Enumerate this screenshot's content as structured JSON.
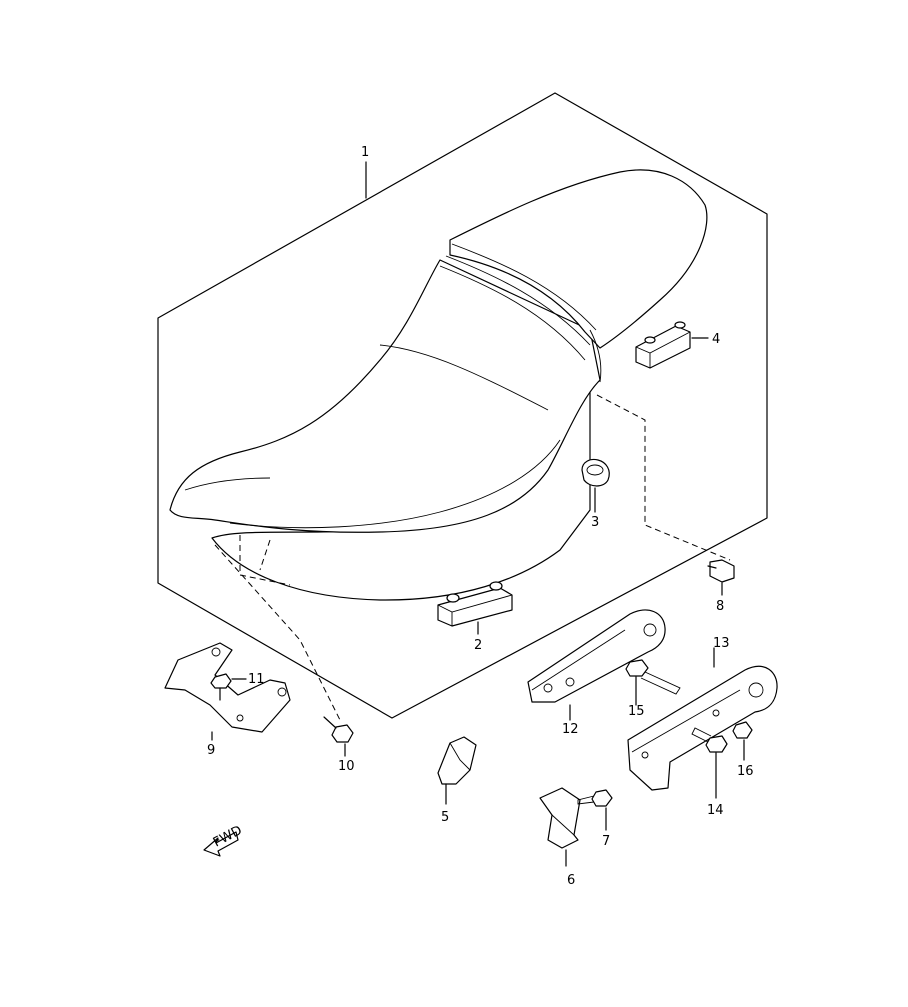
{
  "diagram": {
    "callouts": [
      {
        "id": "c1",
        "label": "1"
      },
      {
        "id": "c2",
        "label": "2"
      },
      {
        "id": "c3",
        "label": "3"
      },
      {
        "id": "c4",
        "label": "4"
      },
      {
        "id": "c5",
        "label": "5"
      },
      {
        "id": "c6",
        "label": "6"
      },
      {
        "id": "c7",
        "label": "7"
      },
      {
        "id": "c8",
        "label": "8"
      },
      {
        "id": "c9",
        "label": "9"
      },
      {
        "id": "c10",
        "label": "10"
      },
      {
        "id": "c11",
        "label": "11"
      },
      {
        "id": "c12",
        "label": "12"
      },
      {
        "id": "c13",
        "label": "13"
      },
      {
        "id": "c14",
        "label": "14"
      },
      {
        "id": "c15",
        "label": "15"
      },
      {
        "id": "c16",
        "label": "16"
      }
    ],
    "fwd_label": "FWD"
  }
}
